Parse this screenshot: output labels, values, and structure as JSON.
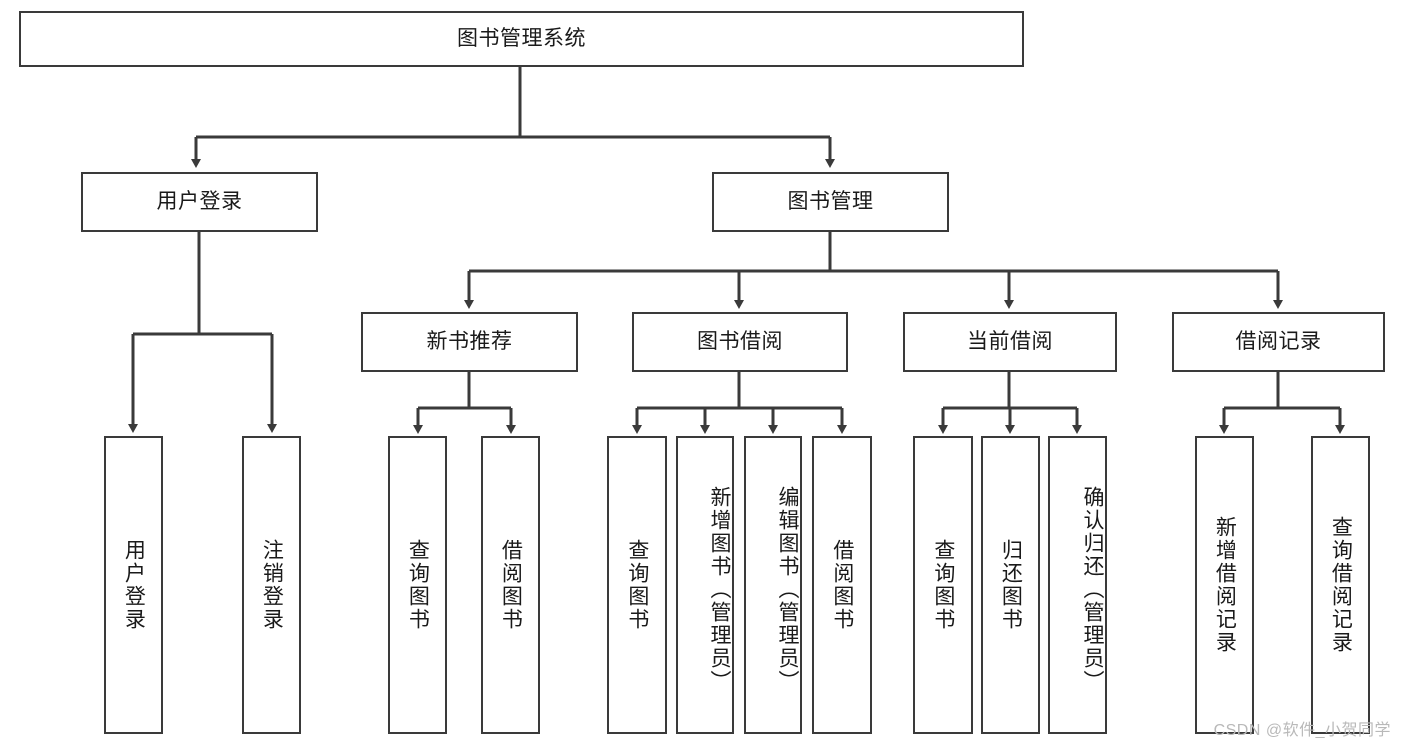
{
  "diagram": {
    "title": "图书管理系统",
    "type": "tree",
    "orientation": "top-down",
    "stroke_color": "#3a3a3a",
    "background_color": "#ffffff",
    "text_color": "#1a1a1a",
    "root": {
      "id": "root",
      "label": "图书管理系统"
    },
    "level2": [
      {
        "id": "user-login",
        "label": "用户登录"
      },
      {
        "id": "book-manage",
        "label": "图书管理"
      }
    ],
    "level3": [
      {
        "id": "new-book-rec",
        "label": "新书推荐",
        "parent": "book-manage"
      },
      {
        "id": "book-borrow",
        "label": "图书借阅",
        "parent": "book-manage"
      },
      {
        "id": "current-borrow",
        "label": "当前借阅",
        "parent": "book-manage"
      },
      {
        "id": "borrow-record",
        "label": "借阅记录",
        "parent": "book-manage"
      }
    ],
    "leaves": [
      {
        "id": "leaf-user-login",
        "label": "用户登录",
        "parent": "user-login"
      },
      {
        "id": "leaf-user-logout",
        "label": "注销登录",
        "parent": "user-login"
      },
      {
        "id": "leaf-query-book-1",
        "label": "查询图书",
        "parent": "new-book-rec"
      },
      {
        "id": "leaf-borrow-book-1",
        "label": "借阅图书",
        "parent": "new-book-rec"
      },
      {
        "id": "leaf-query-book-2",
        "label": "查询图书",
        "parent": "book-borrow"
      },
      {
        "id": "leaf-add-book",
        "label": "新增图书（管理员）",
        "parent": "book-borrow"
      },
      {
        "id": "leaf-edit-book",
        "label": "编辑图书（管理员）",
        "parent": "book-borrow"
      },
      {
        "id": "leaf-borrow-book-2",
        "label": "借阅图书",
        "parent": "book-borrow"
      },
      {
        "id": "leaf-query-book-3",
        "label": "查询图书",
        "parent": "current-borrow"
      },
      {
        "id": "leaf-return-book",
        "label": "归还图书",
        "parent": "current-borrow"
      },
      {
        "id": "leaf-confirm-return",
        "label": "确认归还（管理员）",
        "parent": "current-borrow"
      },
      {
        "id": "leaf-add-record",
        "label": "新增借阅记录",
        "parent": "borrow-record"
      },
      {
        "id": "leaf-query-record",
        "label": "查询借阅记录",
        "parent": "borrow-record"
      }
    ]
  },
  "watermark": {
    "text": "CSDN @软件_小贺同学"
  }
}
